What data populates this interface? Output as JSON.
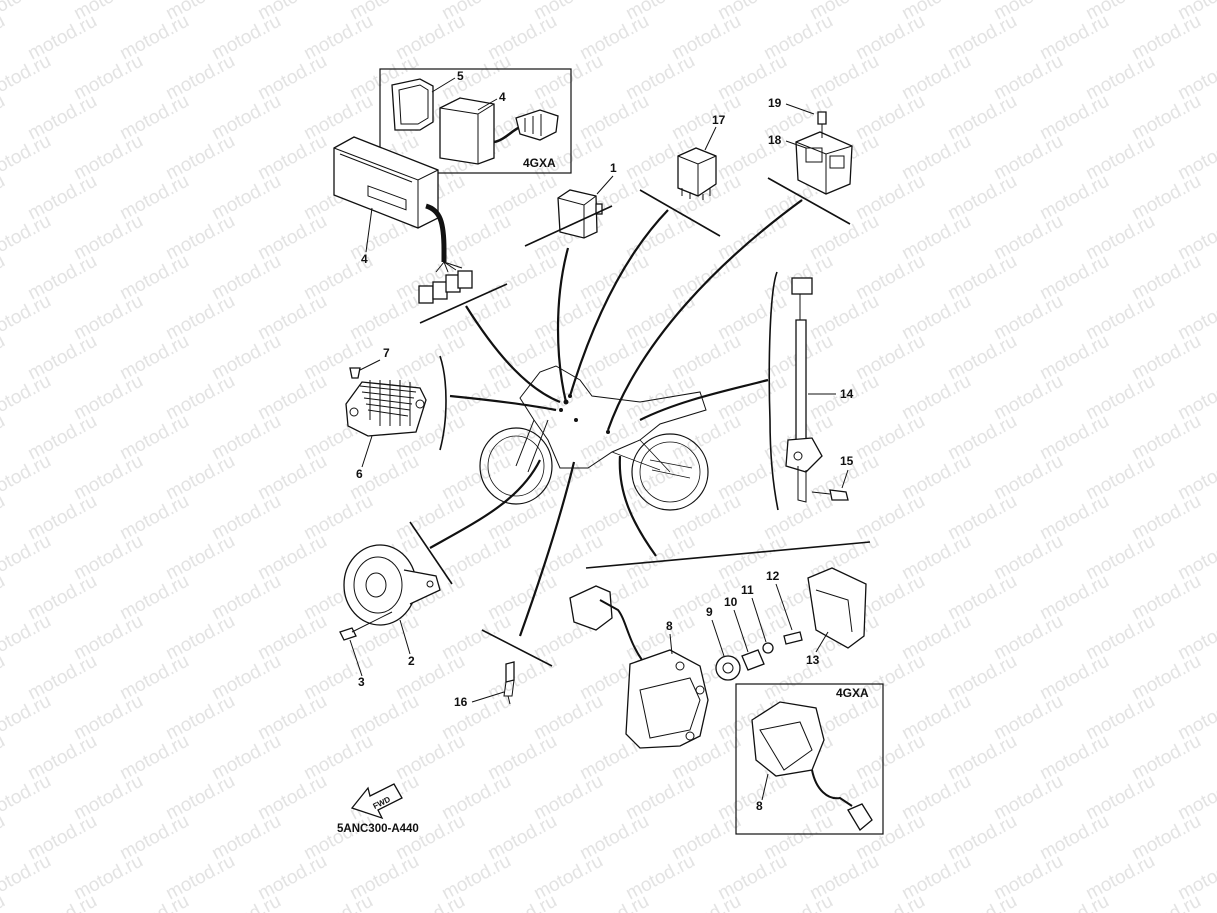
{
  "watermark": {
    "text": "motod.ru",
    "color": "#e3e3e3"
  },
  "diagram_code": "5ANC300-A440",
  "variant_tag": "4GXA",
  "fwd_label": "FWD",
  "callouts": {
    "c1": "1",
    "c2": "2",
    "c3": "3",
    "c4a": "4",
    "c4b": "4",
    "c5": "5",
    "c6": "6",
    "c7": "7",
    "c8a": "8",
    "c8b": "8",
    "c9": "9",
    "c10": "10",
    "c11": "11",
    "c12": "12",
    "c13": "13",
    "c14": "14",
    "c15": "15",
    "c16": "16",
    "c17": "17",
    "c18": "18",
    "c19": "19"
  },
  "icons": [
    "cdi-unit",
    "relay",
    "rectifier-regulator",
    "horn",
    "throttle-sensor",
    "sidestand-switch",
    "fwd-arrow-icon"
  ]
}
